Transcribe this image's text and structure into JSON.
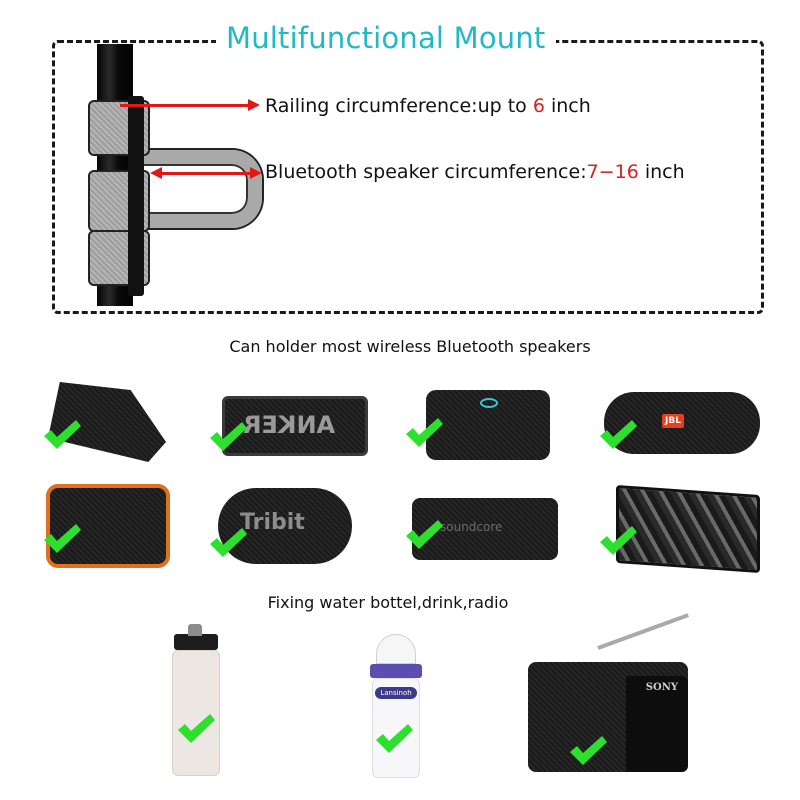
{
  "mount": {
    "title": "Multifunctional Mount",
    "railing": {
      "label": "Railing circumference:up to ",
      "value": "6",
      "unit": " inch"
    },
    "speaker": {
      "label": "Bluetooth speaker circumference:",
      "value": "7−16",
      "unit": " inch"
    }
  },
  "speakers_section": {
    "caption": "Can holder most wireless Bluetooth speakers",
    "items": [
      {
        "name": "Triangular speaker",
        "brand": ""
      },
      {
        "name": "Bar speaker",
        "brand": "ANKER"
      },
      {
        "name": "Touch speaker",
        "brand": ""
      },
      {
        "name": "Cylindrical speaker",
        "brand": "JBL"
      },
      {
        "name": "Rugged speaker",
        "brand": ""
      },
      {
        "name": "Oval speaker",
        "brand": "Tribit"
      },
      {
        "name": "Bar speaker",
        "brand": "soundcore"
      },
      {
        "name": "Faceted speaker",
        "brand": ""
      }
    ]
  },
  "fixing_section": {
    "caption": "Fixing water bottel,drink,radio",
    "items": [
      {
        "name": "Water bottle",
        "brand": ""
      },
      {
        "name": "Baby bottle",
        "brand": "Lansinoh"
      },
      {
        "name": "Portable radio",
        "brand": "SONY"
      }
    ]
  },
  "colors": {
    "title": "#1fbac4",
    "highlight": "#d42222",
    "check": "#2ee02e",
    "arrow": "#e01818"
  }
}
